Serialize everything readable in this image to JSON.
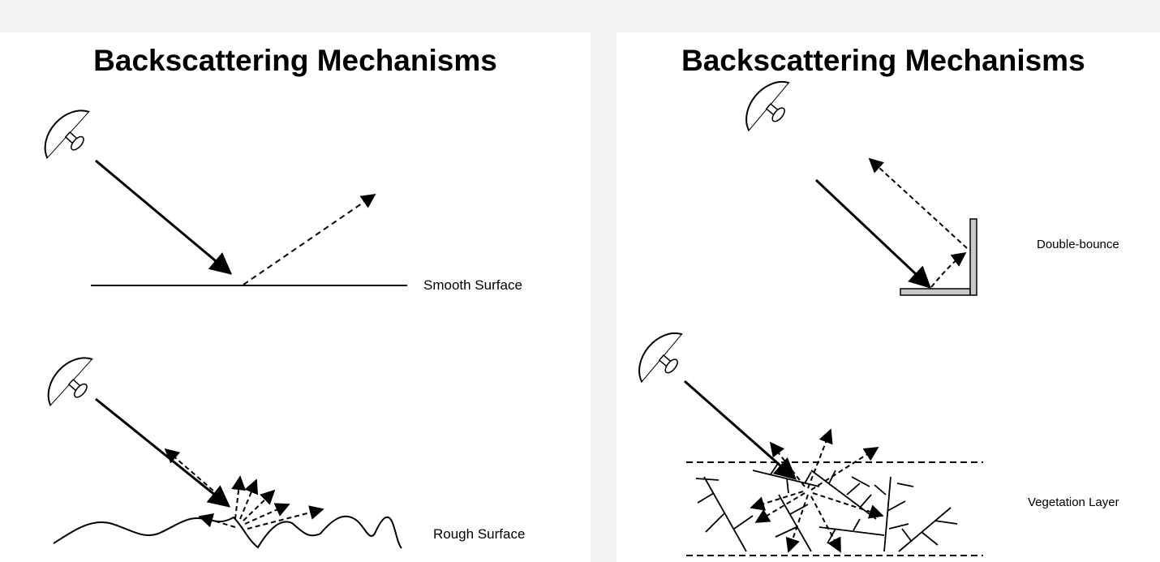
{
  "left_panel": {
    "title": "Backscattering Mechanisms",
    "smooth_label": "Smooth Surface",
    "rough_label": "Rough Surface"
  },
  "right_panel": {
    "title": "Backscattering Mechanisms",
    "double_bounce_label": "Double-bounce",
    "vegetation_label": "Vegetation Layer"
  },
  "colors": {
    "page_background": "#f2f2f2",
    "panel_background": "#ffffff",
    "line": "#000000",
    "antenna_fill": "#808080",
    "corner_fill": "#c8c8c8"
  },
  "icons": [
    "radar-antenna-icon"
  ]
}
